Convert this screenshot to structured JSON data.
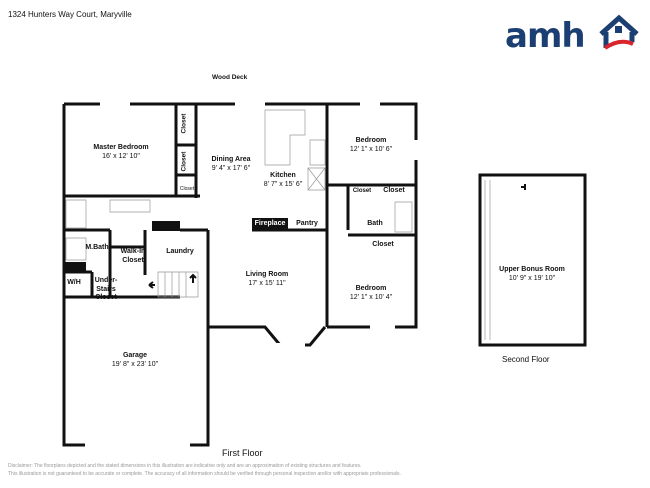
{
  "header": {
    "address": "1324 Hunters Way Court, Maryville"
  },
  "logo": {
    "text": "amh",
    "brand_color": "#1c3f73",
    "accent_color": "#d9232d"
  },
  "labels": {
    "wood_deck": "Wood Deck",
    "first_floor": "First Floor",
    "second_floor": "Second Floor"
  },
  "rooms": {
    "master_bedroom": {
      "name": "Master Bedroom",
      "dims": "16' x 12' 10\""
    },
    "dining_area": {
      "name": "Dining Area",
      "dims": "9' 4\" x 17' 6\""
    },
    "kitchen": {
      "name": "Kitchen",
      "dims": "8' 7\" x 15' 6\""
    },
    "bedroom_1": {
      "name": "Bedroom",
      "dims": "12' 1\" x 10' 6\""
    },
    "bedroom_2": {
      "name": "Bedroom",
      "dims": "12' 1\" x 10' 4\""
    },
    "living_room": {
      "name": "Living Room",
      "dims": "17' x 15' 11\""
    },
    "garage": {
      "name": "Garage",
      "dims": "19' 8\" x 23' 10\""
    },
    "upper_bonus_room": {
      "name": "Upper Bonus Room",
      "dims": "10' 9\" x 19' 10\""
    },
    "closet": "Closet",
    "m_bath": "M.Bath",
    "walk_in_closet": "Walk-In Closet",
    "laundry": "Laundry",
    "wh": "W/H",
    "under_stairs_closet": "Under-Stairs Closet",
    "fireplace": "Fireplace",
    "pantry": "Pantry",
    "bath": "Bath"
  },
  "disclaimer": {
    "line1": "Disclaimer: The floorplans depicted and the stated dimensions in this illustration are indicative only and are an approximation of existing structures and features.",
    "line2": "This illustration is not guaranteed to be accurate or complete. The accuracy of all information should be verified through personal inspection and/or with appropriate professionals."
  }
}
